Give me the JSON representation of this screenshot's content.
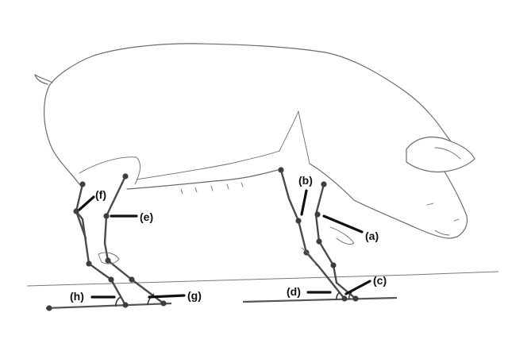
{
  "labels": {
    "a": "(a)",
    "b": "(b)",
    "c": "(c)",
    "d": "(d)",
    "e": "(e)",
    "f": "(f)",
    "g": "(g)",
    "h": "(h)"
  }
}
